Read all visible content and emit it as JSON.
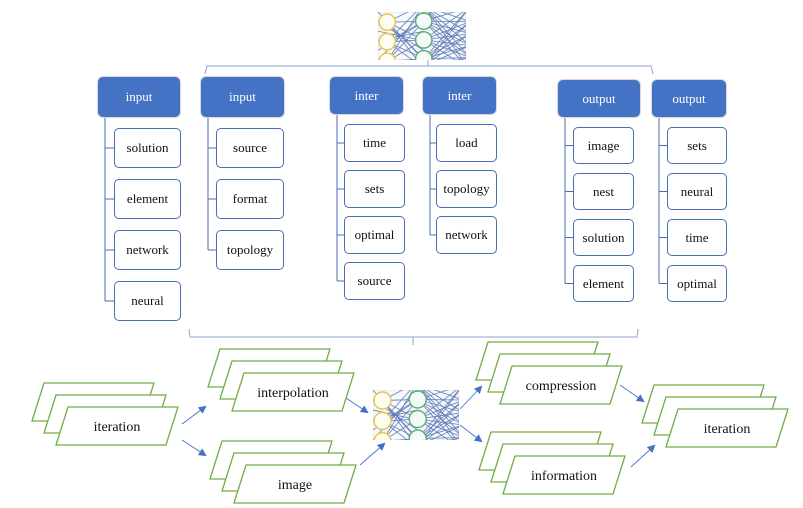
{
  "diagram": {
    "top_image": "neural-network-thumbnail",
    "center_image": "neural-network-thumbnail",
    "groups": [
      {
        "header": "input",
        "children": [
          "solution",
          "element",
          "network",
          "neural"
        ]
      },
      {
        "header": "input",
        "children": [
          "source",
          "format",
          "topology"
        ]
      },
      {
        "header": "inter",
        "children": [
          "time",
          "sets",
          "optimal",
          "source"
        ]
      },
      {
        "header": "inter",
        "children": [
          "load",
          "topology",
          "network"
        ]
      },
      {
        "header": "output",
        "children": [
          "image",
          "nest",
          "solution",
          "element"
        ]
      },
      {
        "header": "output",
        "children": [
          "sets",
          "neural",
          "time",
          "optimal"
        ]
      }
    ],
    "flow": {
      "input_stack": "iteration",
      "upper_branch": "interpolation",
      "lower_branch": "image",
      "upper_result": "compression",
      "lower_result": "information",
      "output_stack": "iteration"
    },
    "colors": {
      "header_fill": "#4472c4",
      "child_border": "#4a6db5",
      "stack_border": "#70ad47",
      "arrow": "#4472c4",
      "bracket": "#8ea4cf",
      "input_node": "#e8c547",
      "hidden_node": "#5aaa7a"
    }
  }
}
